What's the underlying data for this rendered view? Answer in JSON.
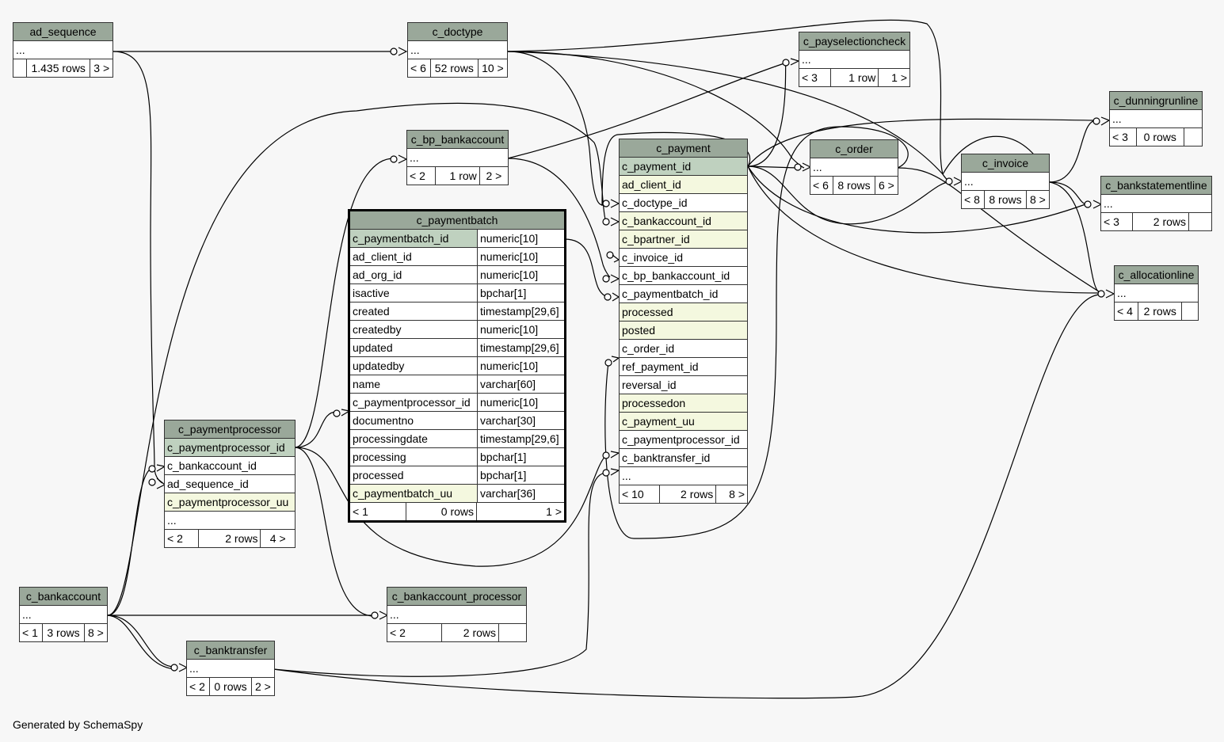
{
  "tables": {
    "ad_sequence": {
      "name": "ad_sequence",
      "placeholder": "...",
      "parents": "",
      "rows": "1.435 rows",
      "children": "3 >"
    },
    "c_doctype": {
      "name": "c_doctype",
      "placeholder": "...",
      "parents": "< 6",
      "rows": "52 rows",
      "children": "10 >"
    },
    "c_payselectioncheck": {
      "name": "c_payselectioncheck",
      "placeholder": "...",
      "parents": "< 3",
      "rows": "1 row",
      "children": "1 >"
    },
    "c_dunningrunline": {
      "name": "c_dunningrunline",
      "placeholder": "...",
      "parents": "< 3",
      "rows": "0 rows",
      "children": ""
    },
    "c_bp_bankaccount": {
      "name": "c_bp_bankaccount",
      "placeholder": "...",
      "parents": "< 2",
      "rows": "1 row",
      "children": "2 >"
    },
    "c_order": {
      "name": "c_order",
      "placeholder": "...",
      "parents": "< 6",
      "rows": "8 rows",
      "children": "6 >"
    },
    "c_invoice": {
      "name": "c_invoice",
      "placeholder": "...",
      "parents": "< 8",
      "rows": "8 rows",
      "children": "8 >"
    },
    "c_bankstatementline": {
      "name": "c_bankstatementline",
      "placeholder": "...",
      "parents": "< 3",
      "rows": "2 rows",
      "children": ""
    },
    "c_allocationline": {
      "name": "c_allocationline",
      "placeholder": "...",
      "parents": "< 4",
      "rows": "2 rows",
      "children": ""
    },
    "c_bankaccount": {
      "name": "c_bankaccount",
      "placeholder": "...",
      "parents": "< 1",
      "rows": "3 rows",
      "children": "8 >"
    },
    "c_banktransfer": {
      "name": "c_banktransfer",
      "placeholder": "...",
      "parents": "< 2",
      "rows": "0 rows",
      "children": "2 >"
    },
    "c_bankaccount_processor": {
      "name": "c_bankaccount_processor",
      "placeholder": "...",
      "parents": "< 2",
      "rows": "2 rows",
      "children": ""
    },
    "c_paymentprocessor": {
      "name": "c_paymentprocessor",
      "columns": [
        "c_paymentprocessor_id",
        "c_bankaccount_id",
        "ad_sequence_id",
        "c_paymentprocessor_uu",
        "..."
      ],
      "parents": "< 2",
      "rows": "2 rows",
      "children": "4 >"
    },
    "c_payment": {
      "name": "c_payment",
      "columns": [
        "c_payment_id",
        "ad_client_id",
        "c_doctype_id",
        "c_bankaccount_id",
        "c_bpartner_id",
        "c_invoice_id",
        "c_bp_bankaccount_id",
        "c_paymentbatch_id",
        "processed",
        "posted",
        "c_order_id",
        "ref_payment_id",
        "reversal_id",
        "processedon",
        "c_payment_uu",
        "c_paymentprocessor_id",
        "c_banktransfer_id",
        "..."
      ],
      "parents": "< 10",
      "rows": "2 rows",
      "children": "8 >"
    },
    "c_paymentbatch": {
      "name": "c_paymentbatch",
      "columns": [
        {
          "name": "c_paymentbatch_id",
          "type": "numeric[10]"
        },
        {
          "name": "ad_client_id",
          "type": "numeric[10]"
        },
        {
          "name": "ad_org_id",
          "type": "numeric[10]"
        },
        {
          "name": "isactive",
          "type": "bpchar[1]"
        },
        {
          "name": "created",
          "type": "timestamp[29,6]"
        },
        {
          "name": "createdby",
          "type": "numeric[10]"
        },
        {
          "name": "updated",
          "type": "timestamp[29,6]"
        },
        {
          "name": "updatedby",
          "type": "numeric[10]"
        },
        {
          "name": "name",
          "type": "varchar[60]"
        },
        {
          "name": "c_paymentprocessor_id",
          "type": "numeric[10]"
        },
        {
          "name": "documentno",
          "type": "varchar[30]"
        },
        {
          "name": "processingdate",
          "type": "timestamp[29,6]"
        },
        {
          "name": "processing",
          "type": "bpchar[1]"
        },
        {
          "name": "processed",
          "type": "bpchar[1]"
        },
        {
          "name": "c_paymentbatch_uu",
          "type": "varchar[36]"
        }
      ],
      "parents": "< 1",
      "rows": "0 rows",
      "children": "1 >"
    }
  },
  "footer": "Generated by SchemaSpy"
}
